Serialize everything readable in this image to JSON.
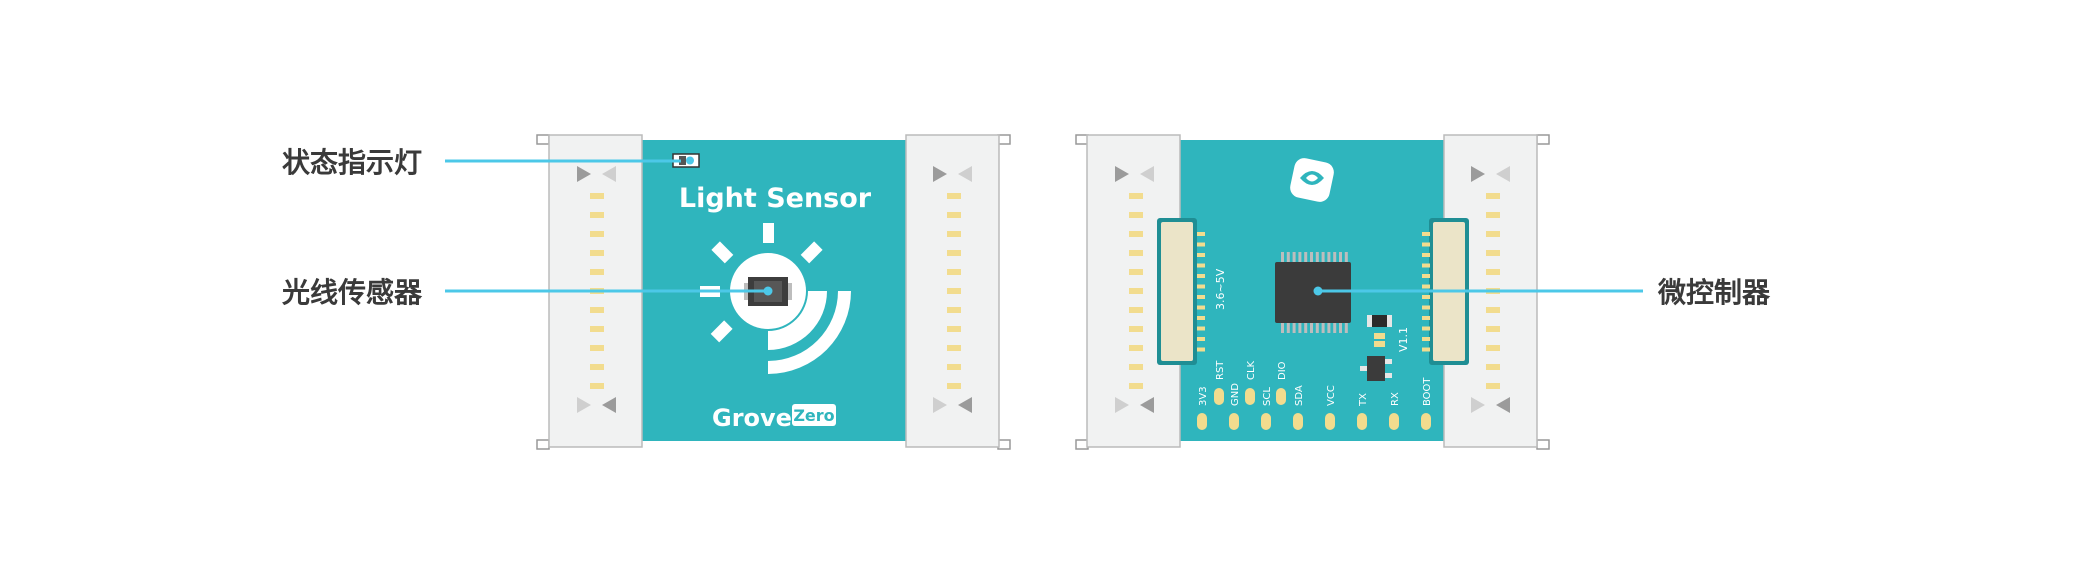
{
  "labels": {
    "status_led": "状态指示灯",
    "light_sensor": "光线传感器",
    "mcu": "微控制器"
  },
  "front": {
    "title": "Light Sensor",
    "brand": "Grove",
    "brand_badge": "Zero"
  },
  "back": {
    "voltage": "3.6~5V",
    "version": "V1.1",
    "pins_top": [
      "RST",
      "CLK",
      "DIO"
    ],
    "pins_bottom": [
      "3V3",
      "GND",
      "SCL",
      "SDA",
      "VCC",
      "TX",
      "RX",
      "BOOT"
    ]
  },
  "colors": {
    "board": "#2fb5bd",
    "connector": "#f1f2f2",
    "pad": "#f2dc8e",
    "callout_line": "#4cc8e8",
    "label_text": "#3a3a3a"
  }
}
